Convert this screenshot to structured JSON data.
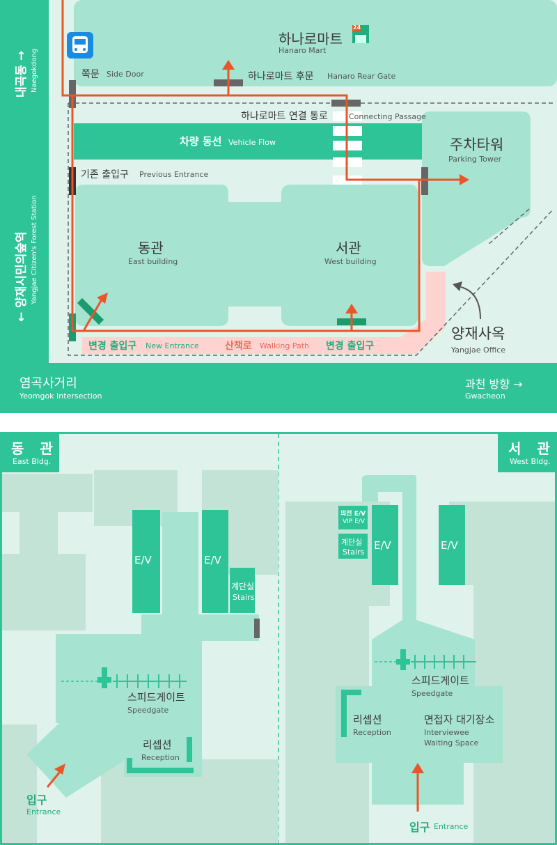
{
  "top_map": {
    "hanaro_mart": {
      "ko": "하나로마트",
      "en": "Hanaro Mart",
      "badge": "24"
    },
    "side_door": {
      "ko": "쪽문",
      "en": "Side Door"
    },
    "rear_gate": {
      "ko": "하나로마트 후문",
      "en": "Hanaro Rear Gate"
    },
    "connecting_passage": {
      "ko": "하나로마트  연결 통로",
      "en": "Connecting Passage"
    },
    "vehicle_flow": {
      "ko": "차량 동선",
      "en": "Vehicle Flow"
    },
    "parking_tower": {
      "ko": "주차타워",
      "en": "Parking Tower"
    },
    "previous_entrance": {
      "ko": "기존 출입구",
      "en": "Previous Entrance"
    },
    "east_building": {
      "ko": "동관",
      "en": "East building"
    },
    "west_building": {
      "ko": "서관",
      "en": "West building"
    },
    "yangjae_office": {
      "ko": "양재사옥",
      "en": "Yangjae Office"
    },
    "new_entrance_1": {
      "ko": "변경 출입구",
      "en": "New Entrance"
    },
    "walking_path": {
      "ko": "산책로",
      "en": "Walking Path"
    },
    "new_entrance_2": {
      "ko": "변경 출입구"
    },
    "naegokdong": {
      "ko": "내곡동 →",
      "en": "Naegokdong"
    },
    "yangjae_station": {
      "ko": "← 양재시민의숲역",
      "en": "Yangjae Citizen's Forest Station"
    },
    "yeomgok": {
      "ko": "염곡사거리",
      "en": "Yeomgok Intersection"
    },
    "gwacheon": {
      "ko": "과천 방향 →",
      "en": "Gwacheon"
    }
  },
  "east_floor": {
    "tag": {
      "ko": "동 관",
      "en": "East Bldg."
    },
    "ev1": "E/V",
    "ev2": "E/V",
    "stairs": {
      "ko": "계단실",
      "en": "Stairs"
    },
    "speedgate": {
      "ko": "스피드게이트",
      "en": "Speedgate"
    },
    "reception": {
      "ko": "리셉션",
      "en": "Reception"
    },
    "entrance": {
      "ko": "입구",
      "en": "Entrance"
    }
  },
  "west_floor": {
    "tag": {
      "ko": "서 관",
      "en": "West Bldg."
    },
    "vip_ev": {
      "ko": "의전 E/V",
      "en": "VIP E/V"
    },
    "stairs": {
      "ko": "계단실",
      "en": "Stairs"
    },
    "ev1": "E/V",
    "ev2": "E/V",
    "speedgate": {
      "ko": "스피드게이트",
      "en": "Speedgate"
    },
    "reception": {
      "ko": "리셉션",
      "en": "Reception"
    },
    "waiting": {
      "ko": "면접자 대기장소",
      "en1": "Interviewee",
      "en2": "Waiting Space"
    },
    "entrance": {
      "ko": "입구",
      "en": "Entrance"
    }
  },
  "colors": {
    "road": "#2fc497",
    "area": "#dff3ec",
    "block": "#a6e3d0",
    "route": "#e8562a",
    "path": "#ffd3d0"
  }
}
